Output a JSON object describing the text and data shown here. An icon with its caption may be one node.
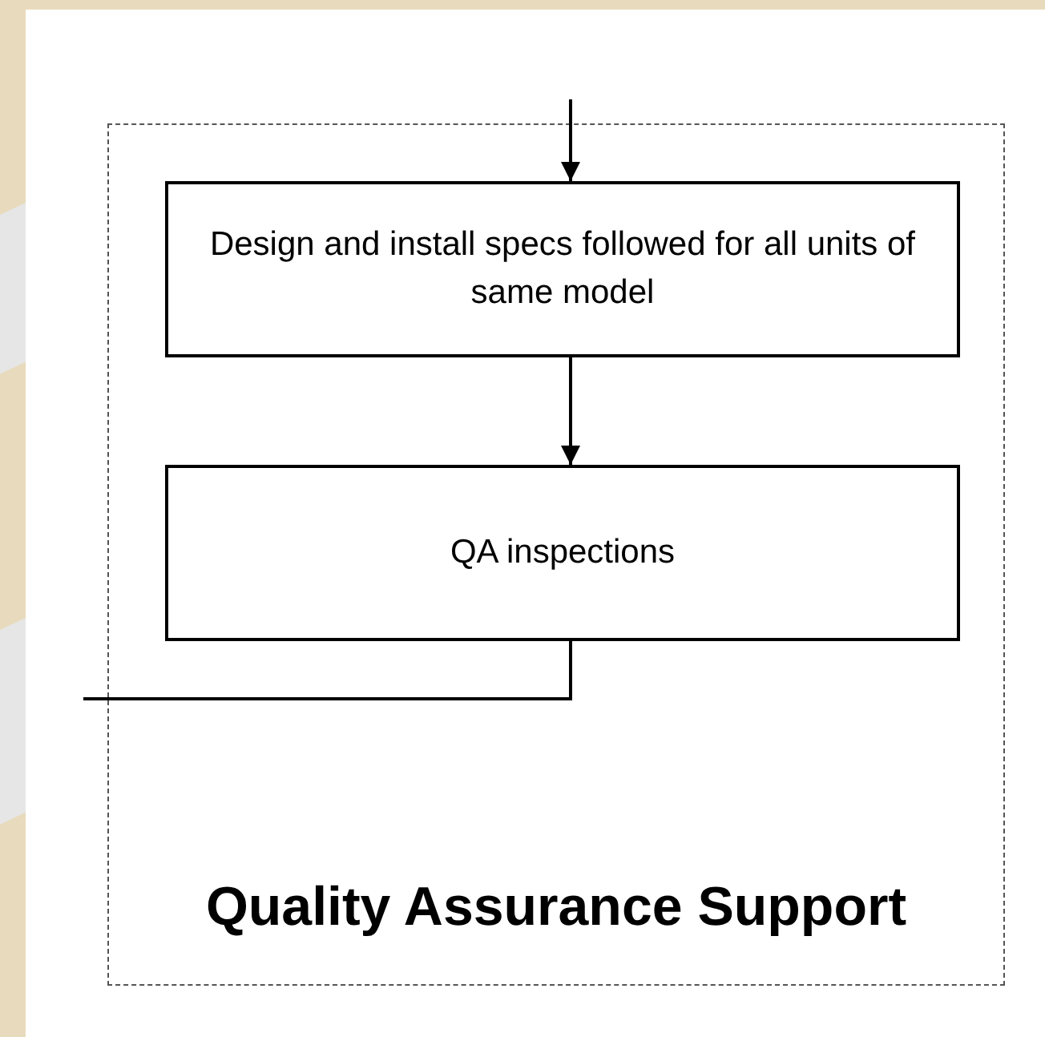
{
  "diagram": {
    "nodes": [
      {
        "text": [
          "Quality Assurance Support"
        ]
      },
      {
        "text": [
          "Design and install specs followed for all units of same model"
        ],
        "in": 0
      },
      {
        "text": [
          "QA inspections"
        ],
        "in": 0
      }
    ],
    "edges": [
      {
        "from": null,
        "to": 1,
        "arrow": "to"
      },
      {
        "from": 1,
        "to": 2,
        "arrow": "to"
      },
      {
        "from": 2,
        "to": null,
        "arrow": "none"
      }
    ]
  }
}
